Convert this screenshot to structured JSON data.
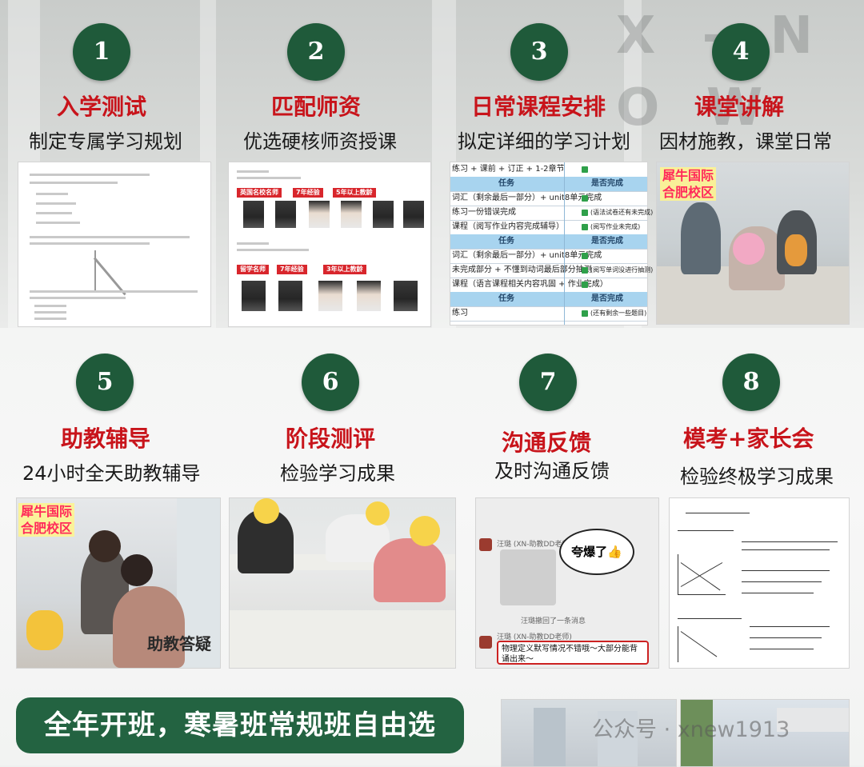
{
  "steps": [
    {
      "number": "1",
      "title": "入学测试",
      "subtitle": "制定专属学习规划"
    },
    {
      "number": "2",
      "title": "匹配师资",
      "subtitle": "优选硬核师资授课"
    },
    {
      "number": "3",
      "title": "日常课程安排",
      "subtitle": "拟定详细的学习计划"
    },
    {
      "number": "4",
      "title": "课堂讲解",
      "subtitle": "因材施教，课堂日常"
    },
    {
      "number": "5",
      "title": "助教辅导",
      "subtitle": "24小时全天助教辅导"
    },
    {
      "number": "6",
      "title": "阶段测评",
      "subtitle": "检验学习成果"
    },
    {
      "number": "7",
      "title": "沟通反馈",
      "subtitle": "及时沟通反馈"
    },
    {
      "number": "8",
      "title": "模考+家长会",
      "subtitle": "检验终极学习成果"
    }
  ],
  "teacher_sheet": {
    "tags_row1": [
      "英国名校名师",
      "7年经验",
      "5年以上教龄"
    ],
    "tags_row2": [
      "留学名师",
      "7年经验",
      "3年以上教龄"
    ]
  },
  "schedule_sheet": {
    "rows": [
      {
        "left": "练习 + 课前 + 订正 + 1-2章节",
        "right": ""
      },
      {
        "left": "",
        "mid": "任务",
        "right": "是否完成"
      },
      {
        "left": "词汇（剩余最后一部分）+ unit8单元完成",
        "right": ""
      },
      {
        "left": "练习一份错误完成",
        "right": "(语法试卷还有未完成)"
      },
      {
        "left": "课程（阅写作业内容完成辅导）",
        "right": "(阅写作业未完成)"
      },
      {
        "left": "",
        "mid": "任务",
        "right": "是否完成"
      },
      {
        "left": "词汇（剩余最后一部分）+ unit8单元完成",
        "right": ""
      },
      {
        "left": "未完成部分 + 不懂到动词最后部分抽测",
        "right": "(阅写单词没进行抽测)"
      },
      {
        "left": "课程（语言课程相关内容巩固 + 作业完成）",
        "right": ""
      },
      {
        "left": "",
        "mid": "任务",
        "right": "是否完成"
      },
      {
        "left": "练习",
        "right": "(还有剩余一些题目)"
      }
    ]
  },
  "campus_tag": [
    "犀牛国际",
    "合肥校区"
  ],
  "assistant_tag": "助教答疑",
  "chat": {
    "sender1": "汪璐 (XN-助教DD老师)",
    "sticker": "夸爆了👍",
    "recalled": "汪璐撤回了一条消息",
    "sender2": "汪璐 (XN-助教DD老师)",
    "message": "物理定义默写情况不错哦～大部分能背诵出来～"
  },
  "banner": "全年开班，寒暑班常规班自由选",
  "watermark": "公众号 · xnew1913",
  "logo_text": "X - N O W",
  "colors": {
    "green": "#1f5a3a",
    "red": "#c8141b",
    "banner": "#236341"
  }
}
